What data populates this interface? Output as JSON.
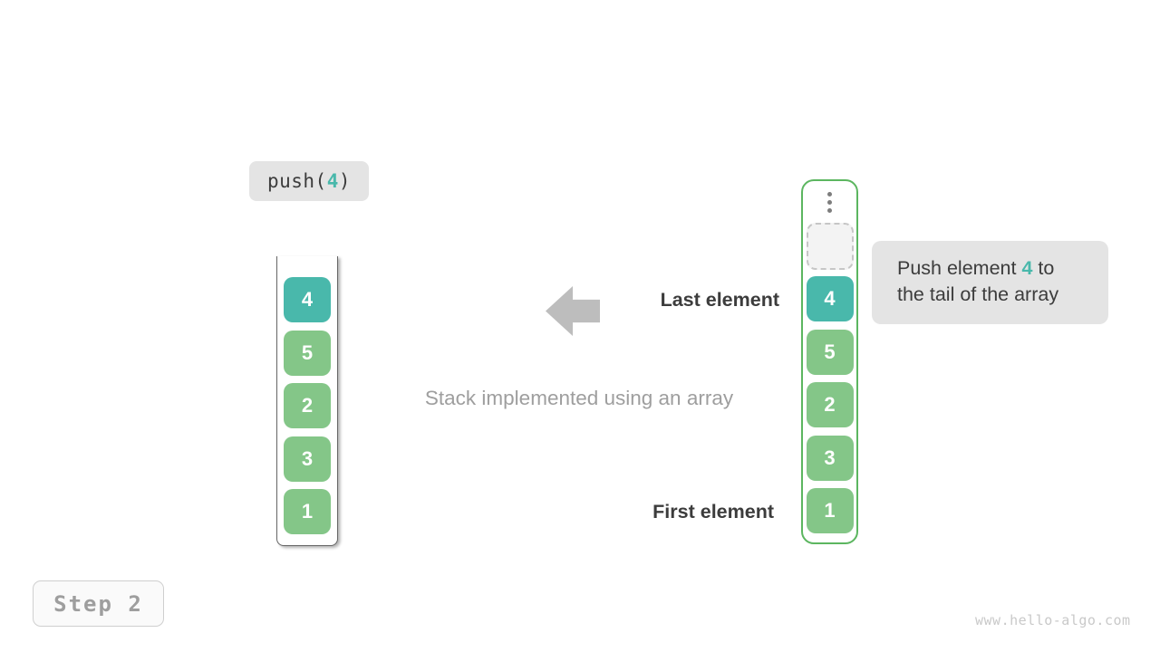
{
  "colors": {
    "teal": "#49b8ab",
    "green": "#84c688",
    "border-green": "#5cb660",
    "label-bg": "#e4e4e4",
    "dark-text": "#3c3c3c",
    "gray-text": "#9e9e9e",
    "arrow-gray": "#bdbdbd",
    "container-line": "#666666",
    "dot-gray": "#7d7d7d",
    "slot-border": "#c6c6c6",
    "slot-bg": "#f3f3f3",
    "step-bg": "#fafafa",
    "step-border": "#cfcfcf",
    "watermark-gray": "#c9c9c9"
  },
  "operation_label": {
    "prefix": "push(",
    "value": "4",
    "suffix": ")"
  },
  "left_stack": {
    "cells": [
      "4",
      "5",
      "2",
      "3",
      "1"
    ],
    "highlighted_index": 0
  },
  "right_array": {
    "cells": [
      "4",
      "5",
      "2",
      "3",
      "1"
    ],
    "highlighted_index": 0,
    "has_empty_slot": "true",
    "ellipsis_icon": "vertical-dots"
  },
  "labels": {
    "last_element": "Last element",
    "first_element": "First element",
    "caption": "Stack implemented using an array"
  },
  "callout": {
    "line1_prefix": "Push element ",
    "line1_value": "4",
    "line1_suffix": " to",
    "line2": "the tail of the array"
  },
  "step_badge": {
    "label": "Step 2"
  },
  "watermark": "www.hello-algo.com"
}
